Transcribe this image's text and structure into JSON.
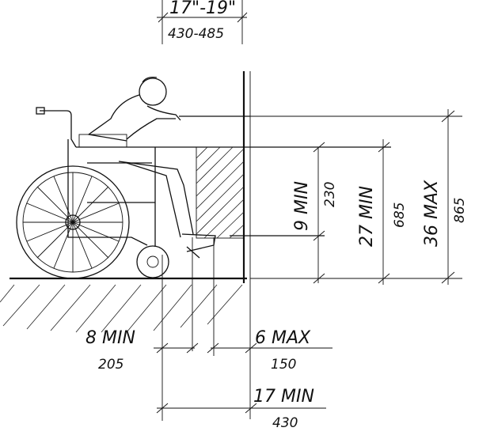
{
  "diagram": {
    "labels": {
      "top_in": "17\"-19\"",
      "top_mm": "430-485",
      "knee_in": "9 MIN",
      "knee_mm": "230",
      "table_in": "27 MIN",
      "table_mm": "685",
      "height_in": "36 MAX",
      "height_mm": "865",
      "toe_in": "8 MIN",
      "toe_mm": "205",
      "depth_in": "6 MAX",
      "depth_mm": "150",
      "clear_in": "17 MIN",
      "clear_mm": "430"
    }
  }
}
